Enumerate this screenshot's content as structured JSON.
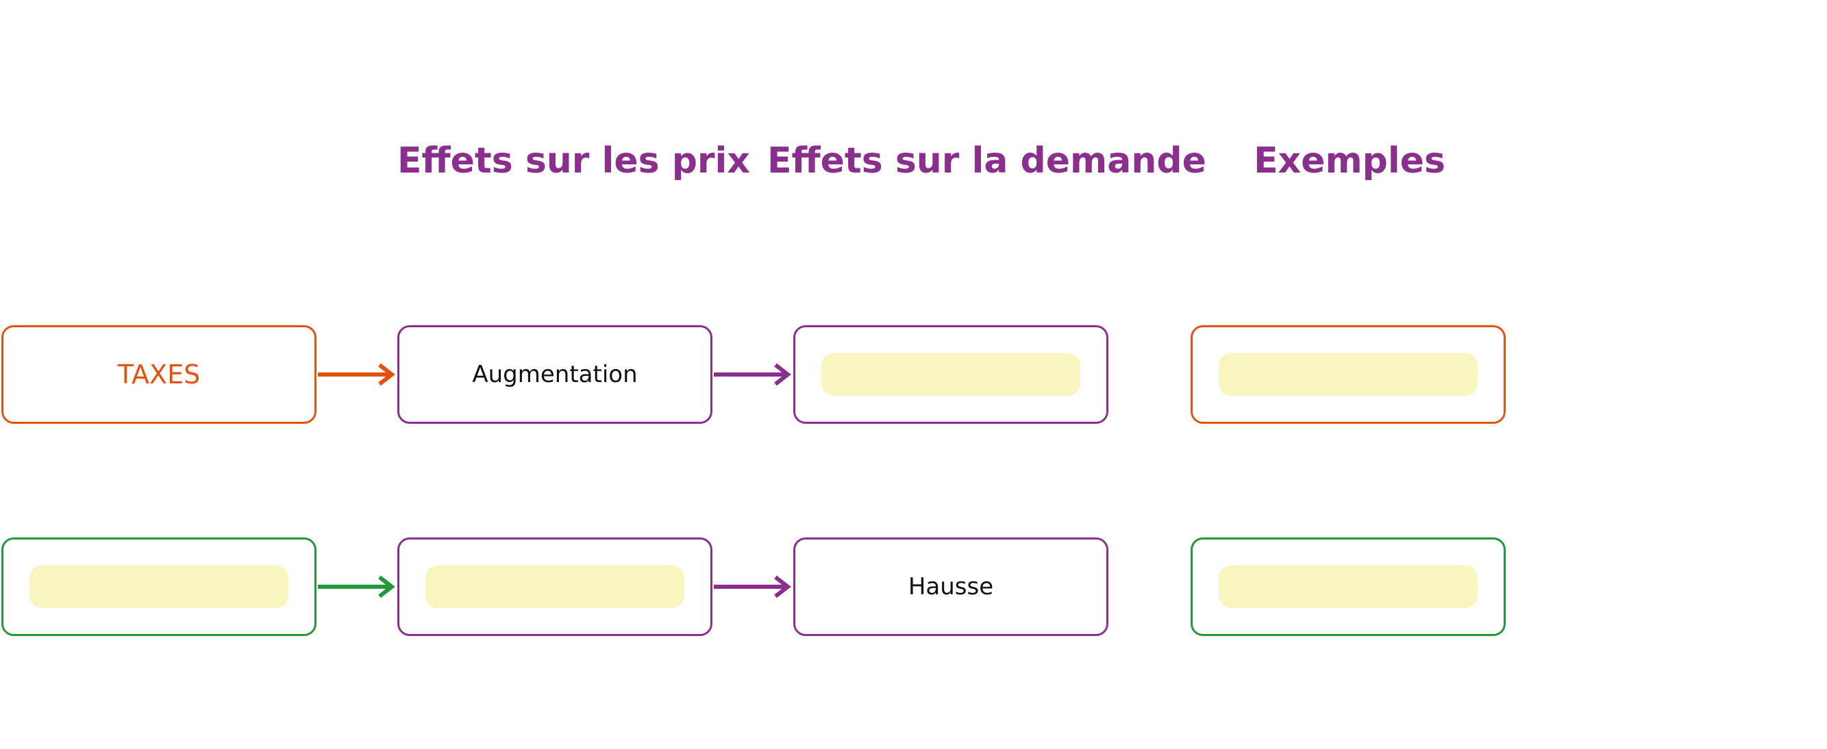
{
  "headers": {
    "prices": "Effets sur les prix",
    "demand": "Effets sur la demande",
    "examples": "Exemples"
  },
  "rows": [
    {
      "cause": "TAXES",
      "price_effect": "Augmentation",
      "demand_effect": "",
      "example": ""
    },
    {
      "cause": "",
      "price_effect": "",
      "demand_effect": "Hausse",
      "example": ""
    }
  ],
  "colors": {
    "purple": "#8B2F8E",
    "orange": "#E3530F",
    "green": "#22983A",
    "blank_fill": "#F8F5BE"
  }
}
